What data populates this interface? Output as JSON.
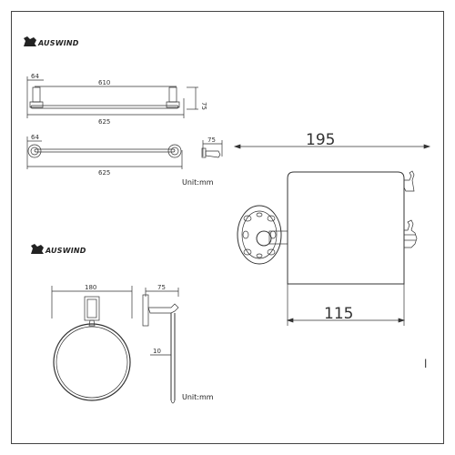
{
  "brand": {
    "name": "AUSWIND"
  },
  "unit_label": "Unit:mm",
  "towel_bar": {
    "top_view": {
      "flange": "64",
      "inner_length": "610",
      "depth": "75",
      "overall_length": "625"
    },
    "front_view": {
      "flange": "64",
      "overall_length": "625"
    },
    "side_view": {
      "depth": "75"
    }
  },
  "paper_holder": {
    "overall_width": "195",
    "inner_width": "115"
  },
  "towel_ring": {
    "width": "180",
    "depth": "75",
    "rod": "10"
  },
  "stray_mark": "l"
}
